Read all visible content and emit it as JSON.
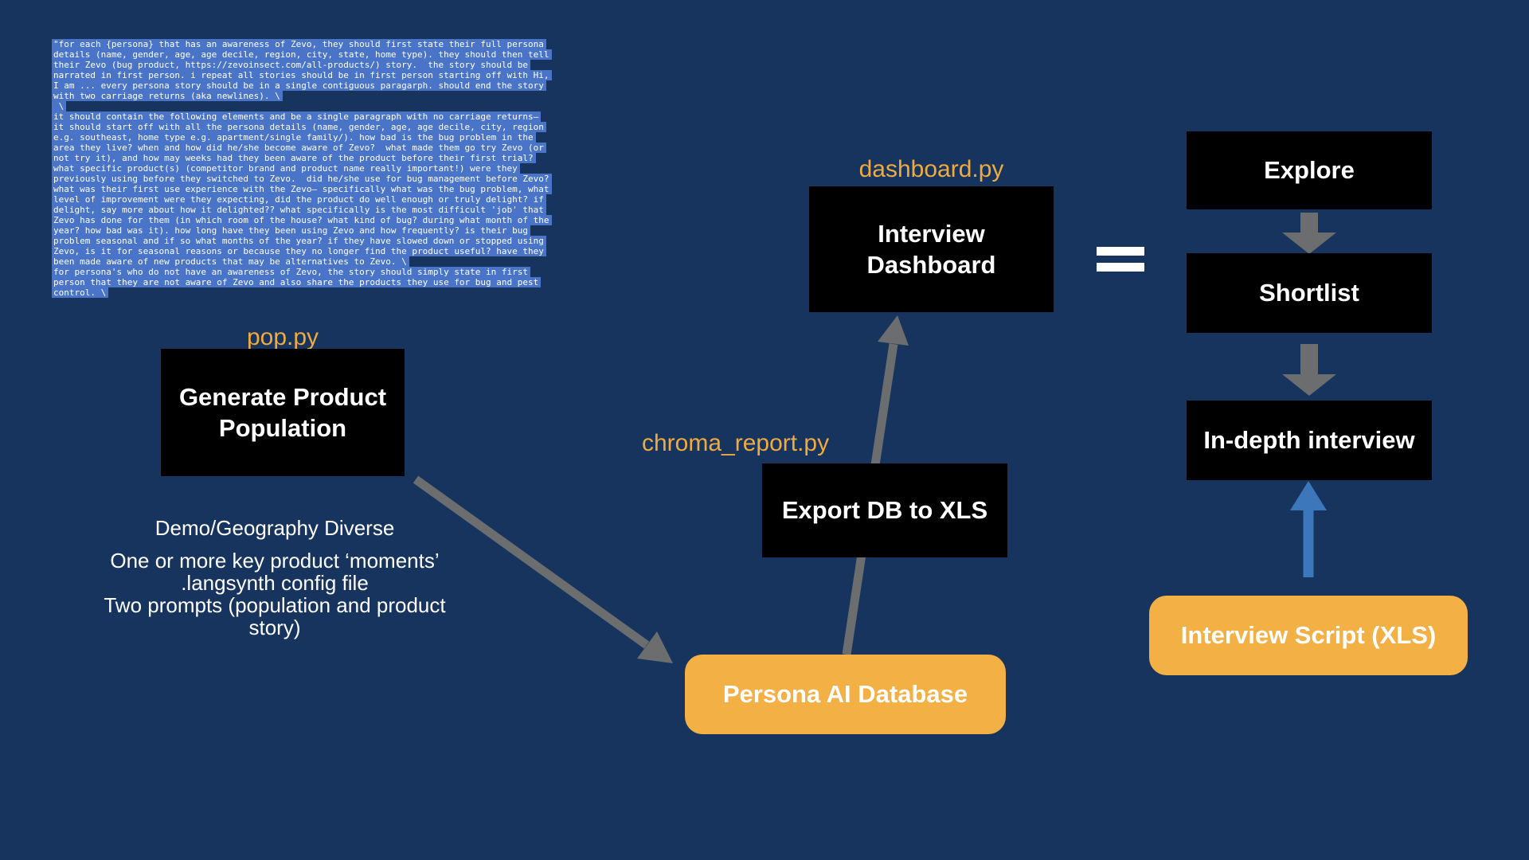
{
  "colors": {
    "background": "#17345E",
    "selection_highlight": "#4A74C8",
    "node_black": "#000000",
    "node_orange": "#F2B045",
    "script_label_orange": "#EFAA40",
    "arrow_gray": "#6B6D6F",
    "arrow_blue": "#3C76BB",
    "text_white": "#FFFFFF"
  },
  "prompt_block": {
    "lines": [
      "\"for each {persona} that has an awareness of Zevo, they should first state their full persona",
      "details (name, gender, age, age decile, region, city, state, home type). they should then tell",
      "their Zevo (bug product, https://zevoinsect.com/all-products/) story.  the story should be",
      "narrated in first person. i repeat all stories should be in first person starting off with Hi,",
      "I am ... every persona story should be in a single contiguous paragarph. should end the story",
      "with two carriage returns (aka newlines). \\",
      " \\",
      "it should contain the following elements and be a single paragraph with no carriage returns—",
      "it should start off with all the persona details (name, gender, age, age decile, city, region",
      "e.g. southeast, home type e.g. apartment/single family/). how bad is the bug problem in the",
      "area they live? when and how did he/she become aware of Zevo?  what made them go try Zevo (or",
      "not try it), and how may weeks had they been aware of the product before their first trial?",
      "what specific product(s) (competitor brand and product name really important!) were they",
      "previously using before they switched to Zevo.  did he/she use for bug management before Zevo?",
      "what was their first use experience with the Zevo— specifically what was the bug problem, what",
      "level of improvement were they expecting, did the product do well enough or truly delight? if",
      "delight, say more about how it delighted?? what specifically is the most difficult 'job' that",
      "Zevo has done for them (in which room of the house? what kind of bug? during what month of the",
      "year? how bad was it). how long have they been using Zevo and how frequently? is their bug",
      "problem seasonal and if so what months of the year? if they have slowed down or stopped using",
      "Zevo, is it for seasonal reasons or because they no longer find the product useful? have they",
      "been made aware of new products that may be alternatives to Zevo. \\",
      "for persona's who do not have an awareness of Zevo, the story should simply state in first",
      "person that they are not aware of Zevo and also share the products they use for bug and pest",
      "control. \\"
    ]
  },
  "generator": {
    "script_label": "pop.py",
    "node_label": "Generate Product Population",
    "note_heading": "Demo/Geography Diverse",
    "notes": [
      "One or more key product ‘moments’",
      ".langsynth config file",
      "Two prompts (population and product story)"
    ]
  },
  "dashboard": {
    "script_label": "dashboard.py",
    "node_label": "Interview Dashboard"
  },
  "export": {
    "script_label": "chroma_report.py",
    "node_label": "Export DB to XLS"
  },
  "database": {
    "node_label": "Persona AI Database"
  },
  "funnel": {
    "stages": [
      "Explore",
      "Shortlist",
      "In-depth interview"
    ],
    "output_label": "Interview Script (XLS)"
  },
  "connections": [
    {
      "from": "Generate Product Population",
      "to": "Persona AI Database",
      "style": "gray-arrow"
    },
    {
      "from": "Persona AI Database",
      "to": "Interview Dashboard",
      "via": "Export DB to XLS",
      "style": "gray-arrow"
    },
    {
      "from": "Explore",
      "to": "Shortlist",
      "style": "gray-arrow"
    },
    {
      "from": "Shortlist",
      "to": "In-depth interview",
      "style": "gray-arrow"
    },
    {
      "from": "Interview Script (XLS)",
      "to": "In-depth interview",
      "style": "blue-arrow"
    },
    {
      "symbol": "equals",
      "between": [
        "Interview Dashboard",
        "Explore/Shortlist/In-depth funnel"
      ]
    }
  ]
}
